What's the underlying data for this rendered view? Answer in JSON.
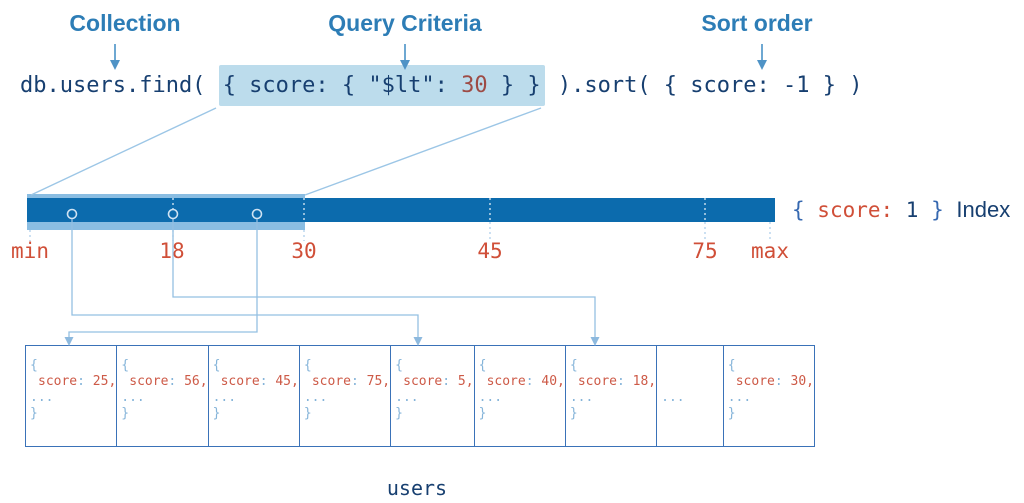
{
  "annotations": {
    "collection": "Collection",
    "query_criteria": "Query Criteria",
    "sort_order": "Sort order"
  },
  "code": {
    "find_prefix": "db.users.find( ",
    "criteria_before_value": "{ score: { \"$lt\": ",
    "criteria_value": "30",
    "criteria_after_value": " } }",
    "sort_suffix": " ).sort( { score: -1 } )"
  },
  "index_bar": {
    "ticks": [
      "min",
      "18",
      "30",
      "45",
      "75",
      "max"
    ],
    "label": {
      "open_brace": "{ ",
      "field": "score:",
      "value": " 1 ",
      "close_brace": "} ",
      "name": "Index"
    }
  },
  "documents": {
    "tokens": {
      "open_brace": "{",
      "field": "score",
      "colon": ":",
      "ellipsis": "...",
      "close_brace": "}"
    },
    "items": [
      {
        "value": "25,"
      },
      {
        "value": "56,"
      },
      {
        "value": "45,"
      },
      {
        "value": "75,"
      },
      {
        "value": "5,"
      },
      {
        "value": "40,"
      },
      {
        "value": "18,"
      },
      {
        "ellipsis_only": true
      },
      {
        "value": "30,"
      }
    ],
    "collection_label": "users"
  },
  "colors": {
    "navy_text": "#173f70",
    "annotation_blue": "#2d7db6",
    "criteria_highlight": "#bcdcec",
    "index_band": "#8abde2",
    "index_bar": "#0c6bad",
    "tick_red": "#d04f38",
    "code_value_red": "#9d4b45",
    "doc_value_orange": "#cd5a47",
    "doc_brace_blue": "#85b4d9",
    "box_border_blue": "#3a72b8",
    "connector_blue": "#94c0e2"
  }
}
